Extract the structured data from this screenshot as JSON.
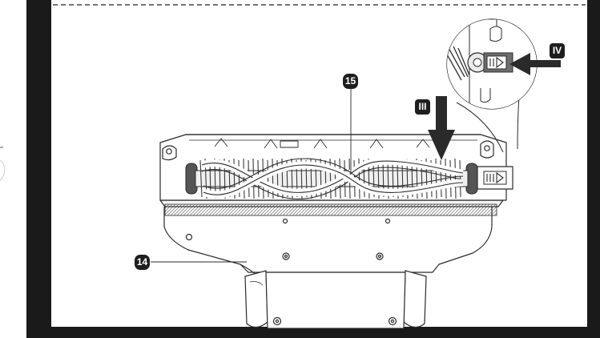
{
  "callouts": {
    "brush_roll": "15",
    "nozzle_body": "14",
    "step_press": "III",
    "step_slide": "IV"
  },
  "colors": {
    "frame": "#1a1a1a",
    "line": "#2a2a2a",
    "bristle": "#3a3a3a",
    "shadow": "#c8c8c8"
  },
  "icons": {
    "step_press": "arrow-down-icon",
    "step_slide": "arrow-left-icon",
    "zoom": "magnifier-inset"
  }
}
